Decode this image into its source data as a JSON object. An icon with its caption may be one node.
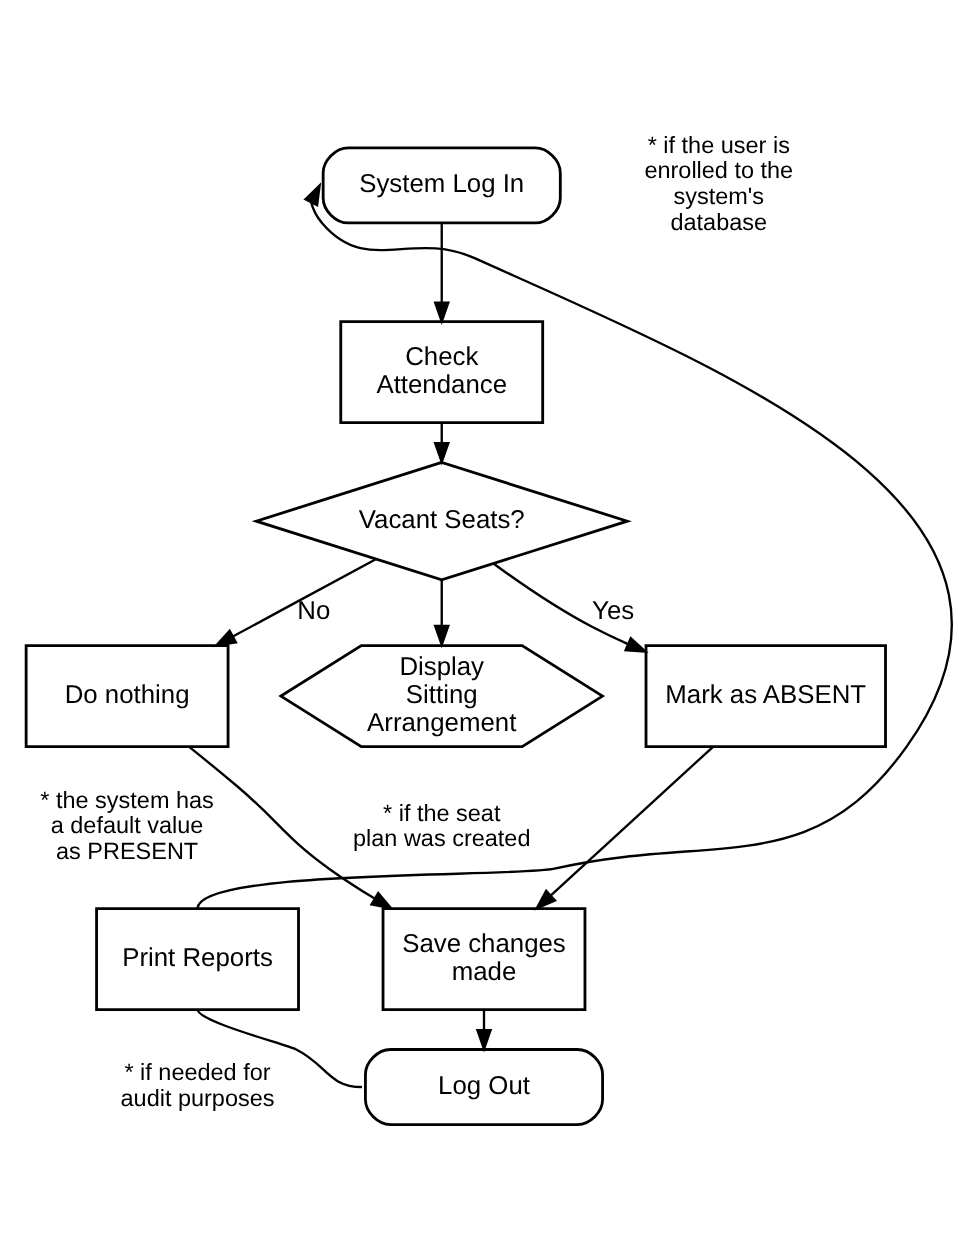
{
  "diagram": {
    "nodes": [
      {
        "text": [
          "System Log In"
        ],
        "beside": [
          "* if the user is enrolled to the system's database"
        ]
      },
      {
        "text": [
          "Check Attendance"
        ]
      },
      {
        "text": [
          "Vacant Seats?"
        ]
      },
      {
        "text": [
          "Do nothing"
        ],
        "beside": [
          "* the system has a default value as PRESENT"
        ]
      },
      {
        "text": [
          "Display Sitting Arrangement"
        ],
        "beside": [
          "* if the seat plan was created"
        ]
      },
      {
        "text": [
          "Mark as ABSENT"
        ]
      },
      {
        "text": [
          "Save changes made"
        ]
      },
      {
        "text": [
          "Print Reports"
        ],
        "beside": [
          "* if needed for audit purposes"
        ]
      },
      {
        "text": [
          "Log Out"
        ]
      }
    ],
    "edges": [
      {
        "from": 0,
        "to": 1,
        "arrow": "to"
      },
      {
        "from": 1,
        "to": 2,
        "arrow": "to"
      },
      {
        "from": 2,
        "to": 3,
        "arrow": "to",
        "label": "No"
      },
      {
        "from": 2,
        "to": 4,
        "arrow": "to"
      },
      {
        "from": 2,
        "to": 5,
        "arrow": "to",
        "label": "Yes"
      },
      {
        "from": 3,
        "to": 6,
        "arrow": "to"
      },
      {
        "from": 5,
        "to": 6,
        "arrow": "to"
      },
      {
        "from": 6,
        "to": 8,
        "arrow": "to"
      },
      {
        "from": 8,
        "to": 7,
        "arrow": "none"
      },
      {
        "from": 7,
        "to": 0,
        "arrow": "to"
      }
    ]
  }
}
